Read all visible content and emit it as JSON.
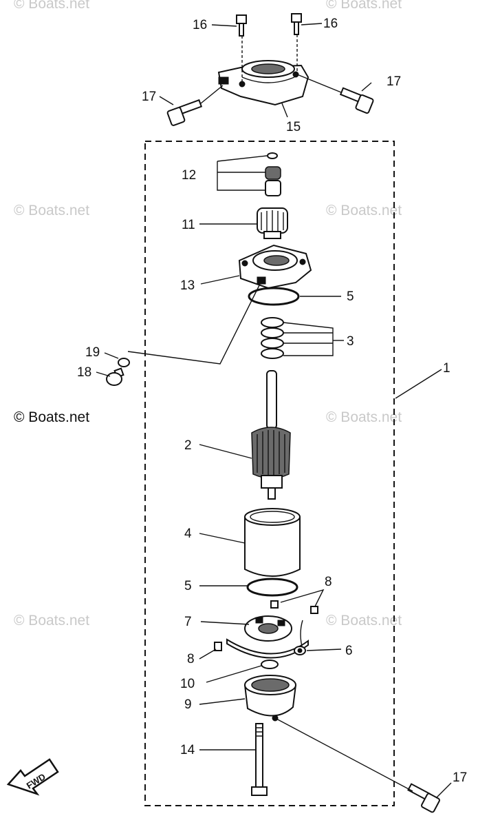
{
  "watermarks": [
    "© Boats.net",
    "© Boats.net",
    "© Boats.net",
    "© Boats.net",
    "© Boats.net",
    "© Boats.net",
    "© Boats.net",
    "© Boats.net"
  ],
  "callouts": {
    "c1": "1",
    "c2": "2",
    "c3": "3",
    "c4": "4",
    "c5a": "5",
    "c5b": "5",
    "c6": "6",
    "c7": "7",
    "c8a": "8",
    "c8b": "8",
    "c9": "9",
    "c10": "10",
    "c11": "11",
    "c12": "12",
    "c13": "13",
    "c14": "14",
    "c15": "15",
    "c16a": "16",
    "c16b": "16",
    "c17a": "17",
    "c17b": "17",
    "c17c": "17",
    "c18": "18",
    "c19": "19"
  },
  "fwd_label": "FWD"
}
